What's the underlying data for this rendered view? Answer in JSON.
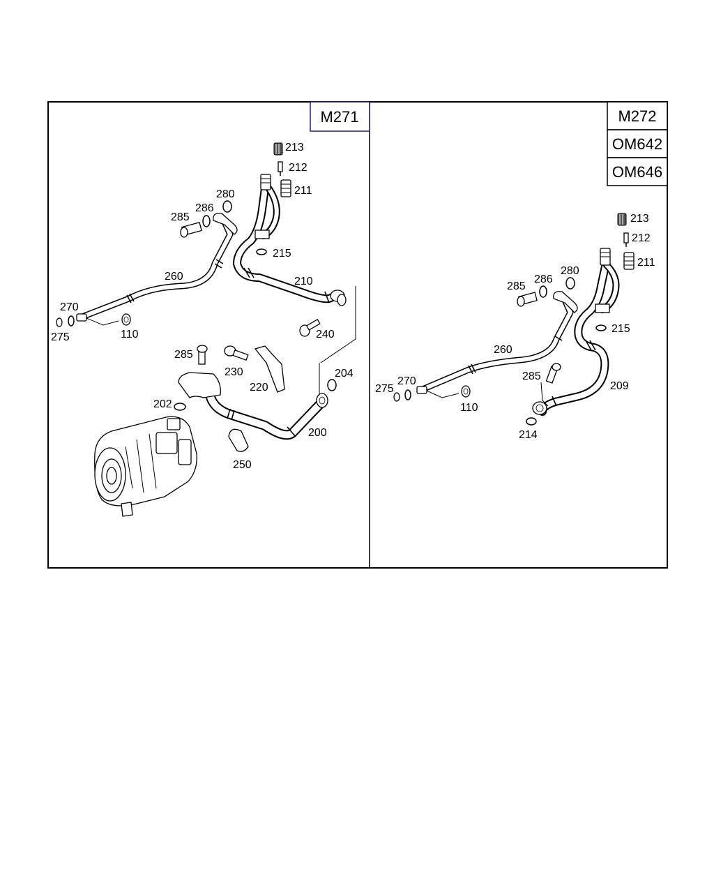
{
  "panels": {
    "left": {
      "engine_labels": [
        "M271"
      ],
      "callouts": {
        "c213": "213",
        "c212": "212",
        "c211": "211",
        "c280": "280",
        "c286": "286",
        "c285a": "285",
        "c215": "215",
        "c260": "260",
        "c210": "210",
        "c270": "270",
        "c275": "275",
        "c110": "110",
        "c240": "240",
        "c285b": "285",
        "c230": "230",
        "c204": "204",
        "c220": "220",
        "c202": "202",
        "c200": "200",
        "c250": "250"
      }
    },
    "right": {
      "engine_labels": [
        "M272",
        "OM642",
        "OM646"
      ],
      "callouts": {
        "c213": "213",
        "c212": "212",
        "c211": "211",
        "c280": "280",
        "c286": "286",
        "c285a": "285",
        "c215": "215",
        "c260": "260",
        "c270": "270",
        "c275": "275",
        "c110": "110",
        "c285b": "285",
        "c209": "209",
        "c214": "214"
      }
    }
  },
  "colors": {
    "accent": "#1b1b7a",
    "line": "#000000"
  }
}
